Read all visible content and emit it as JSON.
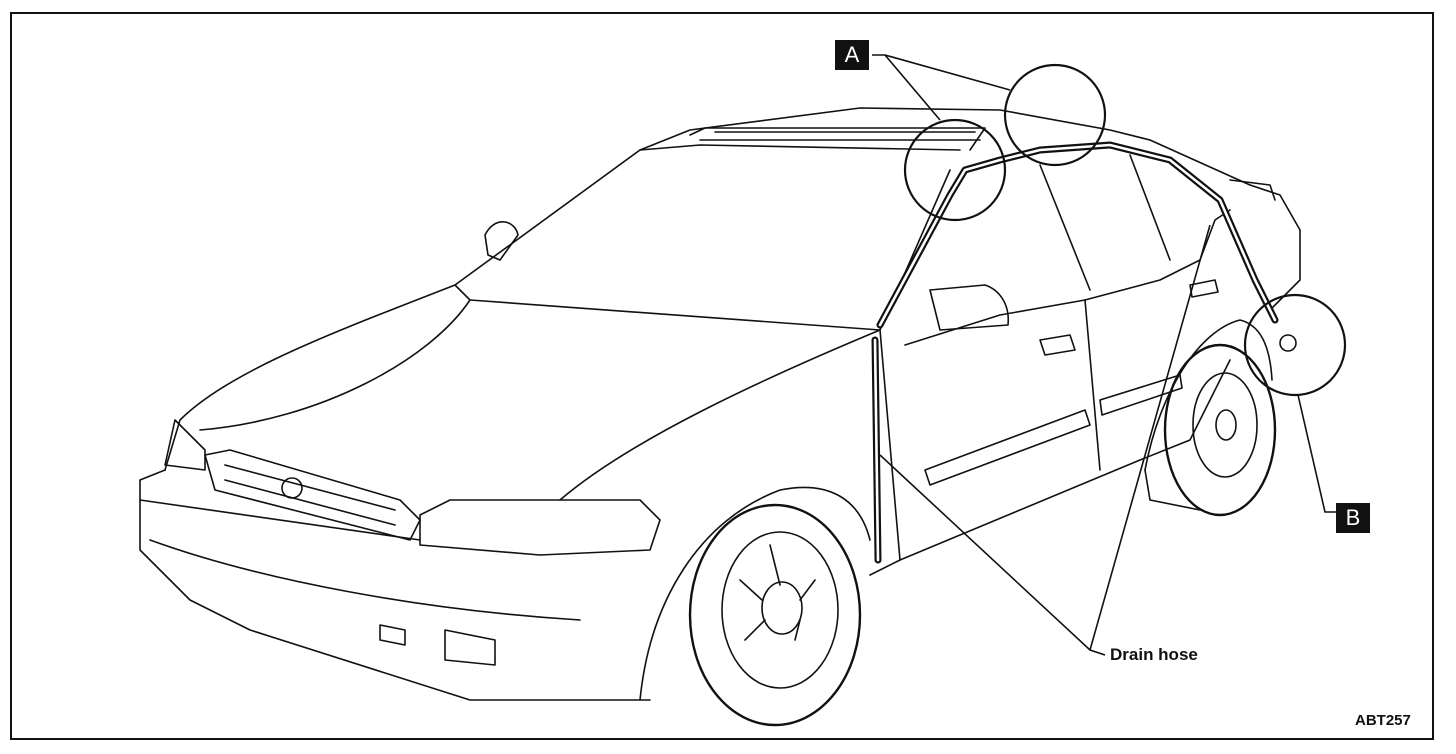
{
  "callouts": {
    "a": "A",
    "b": "B"
  },
  "labels": {
    "drain_hose": "Drain hose"
  },
  "figure_code": "ABT257"
}
